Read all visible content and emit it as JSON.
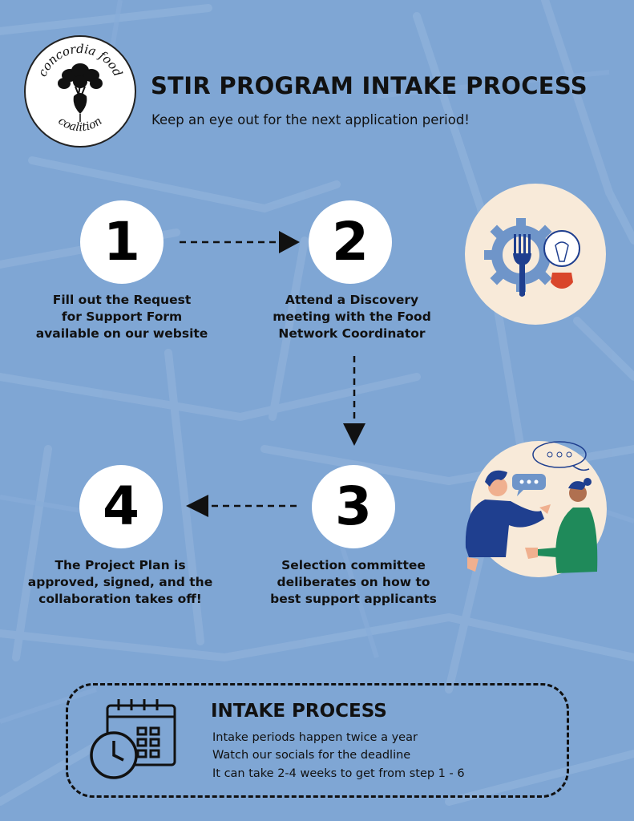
{
  "logo": {
    "line1": "concordia food",
    "line2": "coalition",
    "icon": "beet-icon"
  },
  "header": {
    "title": "STIR PROGRAM INTAKE PROCESS",
    "subtitle": "Keep an eye out for the next application period!"
  },
  "steps": [
    {
      "number": "1",
      "lines": [
        "Fill out the Request",
        "for Support Form",
        "available on our website"
      ]
    },
    {
      "number": "2",
      "lines": [
        "Attend a Discovery",
        "meeting with the Food",
        "Network Coordinator"
      ]
    },
    {
      "number": "3",
      "lines": [
        "Selection committee",
        "deliberates on how to",
        "best support applicants"
      ]
    },
    {
      "number": "4",
      "lines": [
        "The Project Plan is",
        "approved, signed, and the",
        "collaboration takes off!"
      ]
    }
  ],
  "intake": {
    "title": "INTAKE PROCESS",
    "lines": [
      "Intake periods happen twice a year",
      "Watch our socials for the deadline",
      "It can take 2-4 weeks to get from step 1 - 6"
    ],
    "icon": "calendar-clock-icon"
  },
  "colors": {
    "background": "#7fa6d4",
    "map_lines": "#92b4dc",
    "illustration_bg": "#f8ead9",
    "navy": "#1f3f8f",
    "gear_blue": "#6f95c9",
    "bulb_red": "#d9462b",
    "green": "#1f8a5a"
  }
}
